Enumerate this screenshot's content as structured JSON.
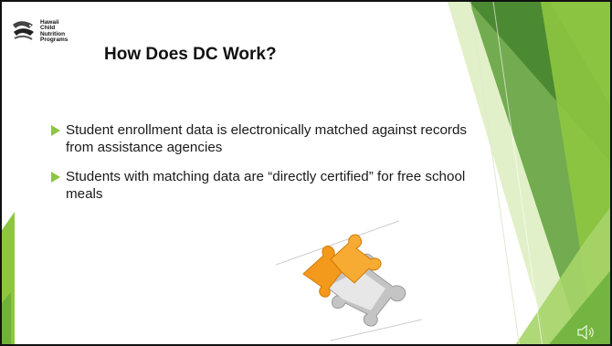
{
  "logo": {
    "lines": [
      "Hawaii",
      "Child",
      "Nutrition",
      "Programs"
    ]
  },
  "slide": {
    "title": "How Does DC Work?",
    "bullets": [
      "Student enrollment data is electronically matched against records from assistance agencies",
      "Students with matching data are “directly certified” for free school meals"
    ]
  },
  "colors": {
    "accent_green": "#8ec63f",
    "dark_green": "#5f9f3b",
    "light_green": "#c9e49a",
    "puzzle_orange": "#f39a1c",
    "puzzle_gray": "#b9b9b9"
  },
  "icons": {
    "audio": "speaker-icon",
    "bullet": "triangle-arrow-icon",
    "logo": "fish-logo-icon"
  }
}
